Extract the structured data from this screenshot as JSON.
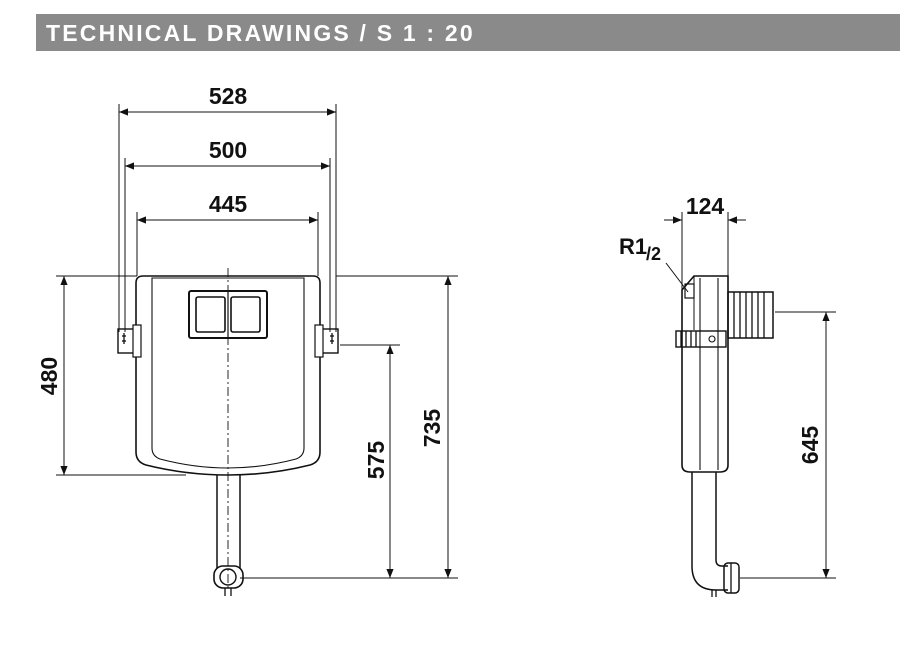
{
  "header": {
    "title": "TECHNICAL DRAWINGS / S 1 : 20"
  },
  "front_view": {
    "dims": {
      "width_outer": "528",
      "width_mid": "500",
      "width_inner": "445",
      "height_tank": "480",
      "height_bracket": "575",
      "height_total": "735"
    }
  },
  "side_view": {
    "dims": {
      "depth": "124",
      "height_outlet": "645"
    },
    "thread_label": {
      "main": "R1",
      "fraction": "/2"
    }
  },
  "colors": {
    "header_bg": "#8a8a8a",
    "header_text": "#ffffff",
    "line": "#111111"
  }
}
